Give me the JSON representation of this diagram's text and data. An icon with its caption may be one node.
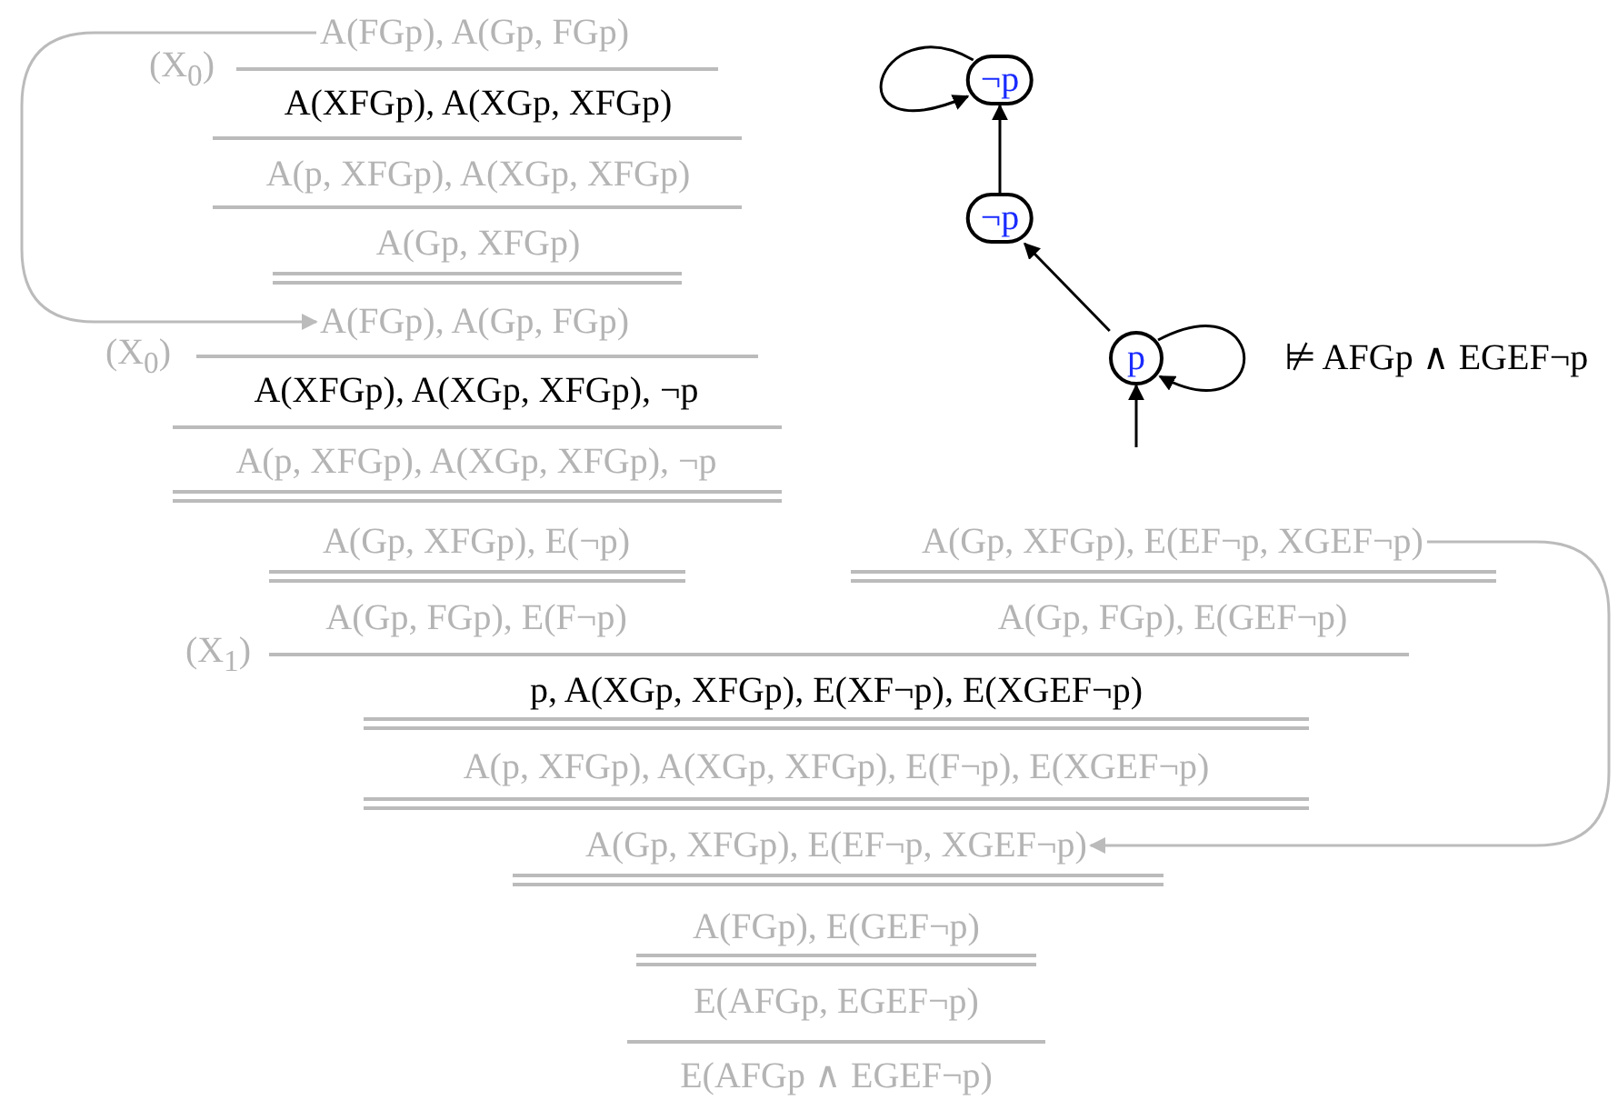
{
  "diagram": {
    "nodes": [
      {
        "text": [
          "A(FGp), A(Gp, FGp)"
        ]
      },
      {
        "text": [
          "A(XFGp), A(XGp, XFGp)"
        ]
      },
      {
        "text": [
          "A(p, XFGp), A(XGp, XFGp)"
        ]
      },
      {
        "text": [
          "A(Gp, XFGp)"
        ]
      },
      {
        "text": [
          "A(FGp), A(Gp, FGp)"
        ]
      },
      {
        "text": [
          "A(XFGp), A(XGp, XFGp), ¬p"
        ]
      },
      {
        "text": [
          "A(p, XFGp), A(XGp, XFGp), ¬p"
        ]
      },
      {
        "text": [
          "A(Gp, XFGp), E(¬p)"
        ]
      },
      {
        "text": [
          "A(Gp, FGp), E(F¬p)"
        ]
      },
      {
        "text": [
          "A(Gp, XFGp), E(EF¬p, XGEF¬p)"
        ]
      },
      {
        "text": [
          "A(Gp, FGp), E(GEF¬p)"
        ]
      },
      {
        "text": [
          "p, A(XGp, XFGp), E(XF¬p), E(XGEF¬p)"
        ]
      },
      {
        "text": [
          "A(p, XFGp), A(XGp, XFGp), E(F¬p), E(XGEF¬p)"
        ]
      },
      {
        "text": [
          "A(Gp, XFGp), E(EF¬p, XGEF¬p)"
        ]
      },
      {
        "text": [
          "A(FGp), E(GEF¬p)"
        ]
      },
      {
        "text": [
          "E(AFGp, EGEF¬p)"
        ]
      },
      {
        "text": [
          "E(AFGp ∧ EGEF¬p)"
        ]
      },
      {
        "text": [
          "¬p"
        ]
      },
      {
        "text": [
          "¬p"
        ]
      },
      {
        "text": [
          "p"
        ]
      }
    ],
    "edges": [
      {
        "from": 0,
        "to": 4,
        "arrow": "to",
        "color": "#bbbbbb"
      },
      {
        "from": 9,
        "to": 13,
        "arrow": "to",
        "color": "#bbbbbb"
      },
      {
        "from": 17,
        "to": 17,
        "arrow": "to"
      },
      {
        "from": 18,
        "to": 17,
        "arrow": "to"
      },
      {
        "from": 19,
        "to": 18,
        "arrow": "to"
      },
      {
        "from": 19,
        "to": 19,
        "arrow": "to"
      },
      {
        "from": null,
        "to": 19,
        "arrow": "to"
      }
    ],
    "labels": [
      "(X$_{0}$)",
      "(X$_{0}$)",
      "⊭ AFGp ∧ EGEF¬p",
      "(X$_{1}$)"
    ]
  }
}
